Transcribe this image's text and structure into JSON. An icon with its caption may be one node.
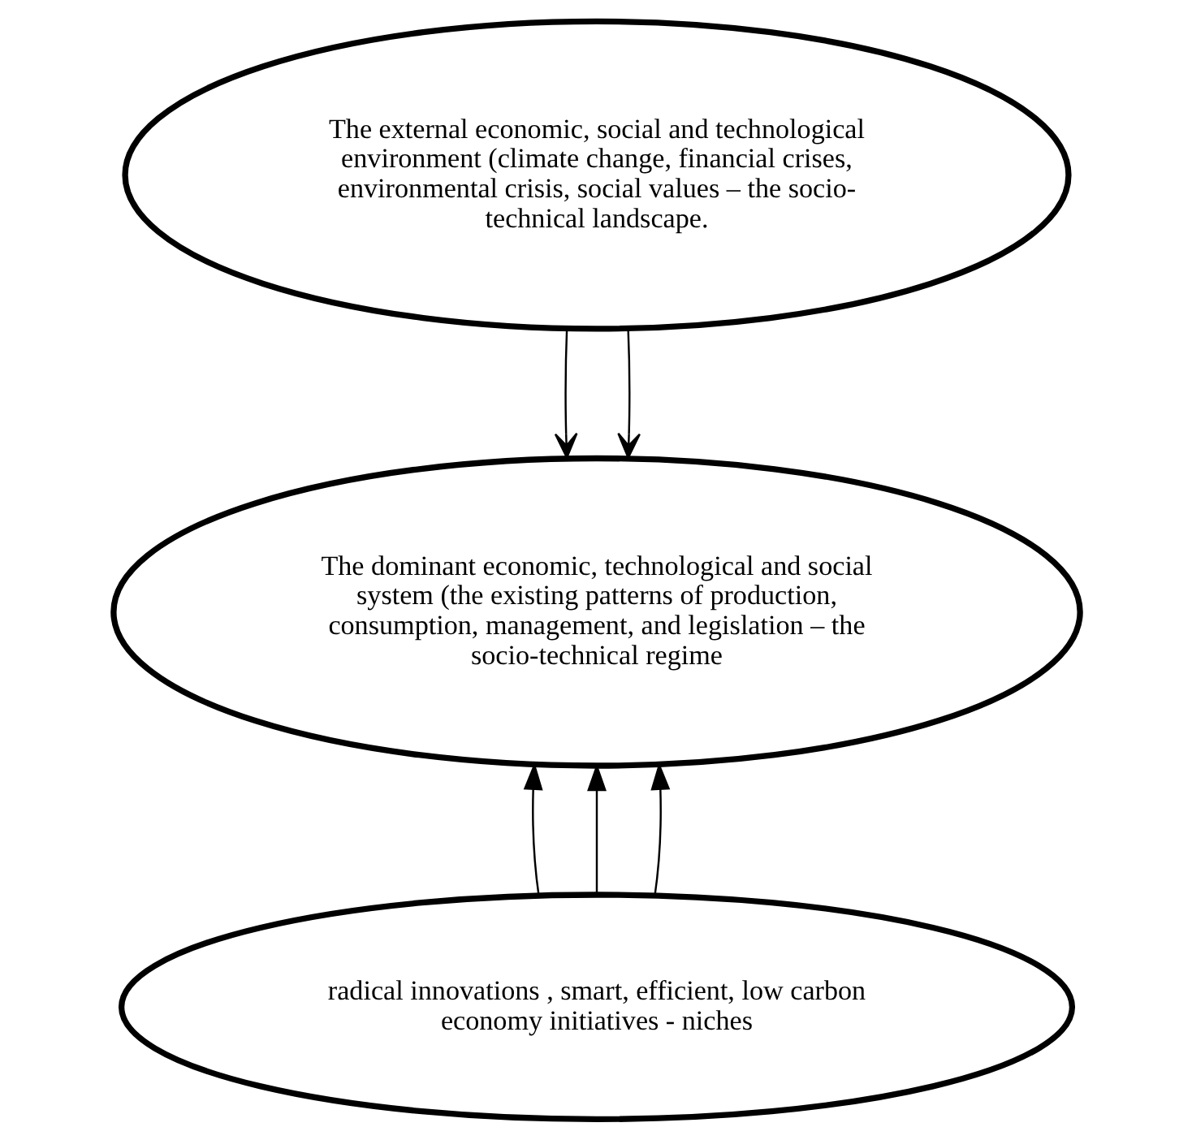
{
  "diagram": {
    "nodes": [
      {
        "text": [
          "The external economic, social and technological environment (climate change, financial crises, environmental crisis, social values – the socio-technical landscape."
        ]
      },
      {
        "text": [
          "The dominant economic, technological and social system (the existing patterns of production, consumption, management, and legislation – the socio-technical regime"
        ]
      },
      {
        "text": [
          "radical innovations , smart, efficient, low carbon economy initiatives - niches"
        ]
      }
    ],
    "edges": [
      {
        "from": 0,
        "to": 1,
        "arrow": "to"
      },
      {
        "from": 0,
        "to": 1,
        "arrow": "to"
      },
      {
        "from": 2,
        "to": 1,
        "arrow": "to"
      },
      {
        "from": 2,
        "to": 1,
        "arrow": "to"
      },
      {
        "from": 2,
        "to": 1,
        "arrow": "to"
      }
    ]
  }
}
